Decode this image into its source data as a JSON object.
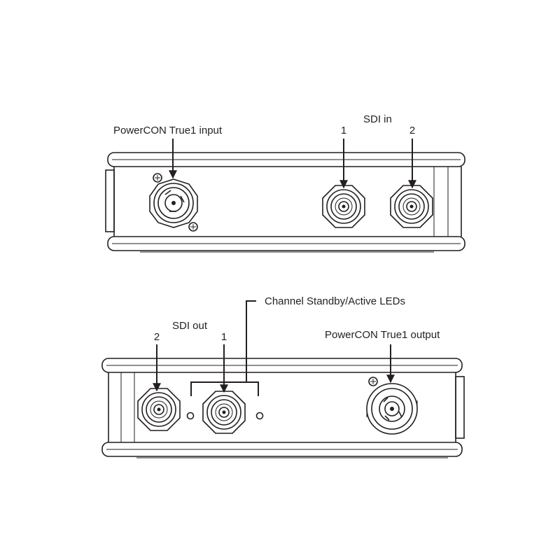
{
  "top_panel": {
    "power_label": "PowerCON True1 input",
    "sdi_group_label": "SDI in",
    "sdi_port_1": "1",
    "sdi_port_2": "2"
  },
  "bottom_panel": {
    "sdi_group_label": "SDI out",
    "sdi_port_1": "1",
    "sdi_port_2": "2",
    "led_label": "Channel Standby/Active LEDs",
    "power_label": "PowerCON True1 output"
  },
  "colors": {
    "line": "#231f20",
    "background": "#ffffff"
  }
}
